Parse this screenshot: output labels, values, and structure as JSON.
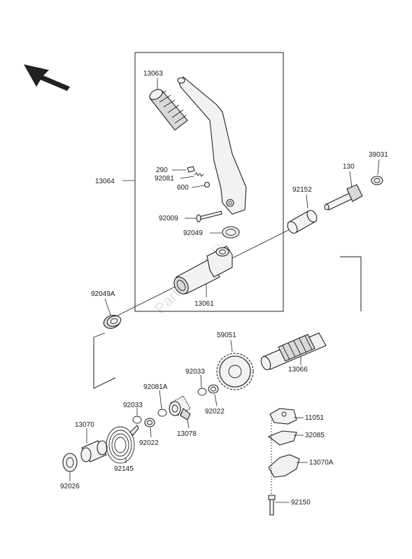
{
  "watermark": "PartsRepublik",
  "labels": {
    "p13063": "13063",
    "p13064": "13064",
    "p290": "290",
    "p92081": "92081",
    "p600": "600",
    "p92009": "92009",
    "p92049": "92049",
    "p13061": "13061",
    "p92049A": "92049A",
    "p39031": "39031",
    "p130": "130",
    "p92152": "92152",
    "p59051": "59051",
    "p13066": "13066",
    "p92033a": "92033",
    "p92022a": "92022",
    "p92081A": "92081A",
    "p92033b": "92033",
    "p92022b": "92022",
    "p13078": "13078",
    "p13070": "13070",
    "p92145": "92145",
    "p92026": "92026",
    "p11051": "11051",
    "p32085": "32085",
    "p13070A": "13070A",
    "p92150": "92150"
  }
}
